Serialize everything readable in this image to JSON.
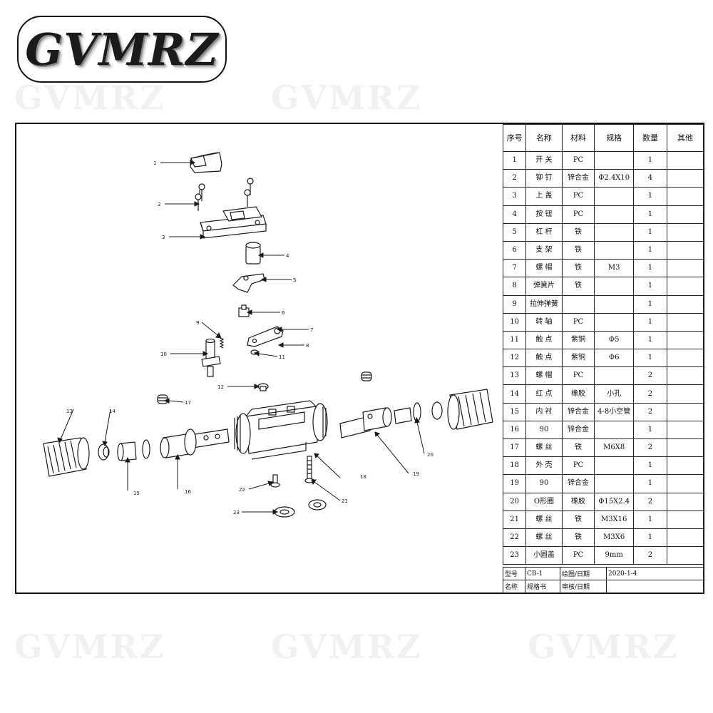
{
  "brand": {
    "logo_text": "GVMRZ"
  },
  "table": {
    "headers": {
      "no": "序号",
      "name": "名称",
      "material": "材料",
      "spec": "规格",
      "qty": "数量",
      "other": "其他"
    },
    "rows": [
      {
        "no": "1",
        "name": "开 关",
        "material": "PC",
        "spec": "",
        "qty": "1",
        "other": ""
      },
      {
        "no": "2",
        "name": "铆 钉",
        "material": "锌合金",
        "spec": "Φ2.4X10",
        "qty": "4",
        "other": ""
      },
      {
        "no": "3",
        "name": "上 盖",
        "material": "PC",
        "spec": "",
        "qty": "1",
        "other": ""
      },
      {
        "no": "4",
        "name": "按 钮",
        "material": "PC",
        "spec": "",
        "qty": "1",
        "other": ""
      },
      {
        "no": "5",
        "name": "杠 杆",
        "material": "铁",
        "spec": "",
        "qty": "1",
        "other": ""
      },
      {
        "no": "6",
        "name": "支 架",
        "material": "铁",
        "spec": "",
        "qty": "1",
        "other": ""
      },
      {
        "no": "7",
        "name": "螺 帽",
        "material": "铁",
        "spec": "M3",
        "qty": "1",
        "other": ""
      },
      {
        "no": "8",
        "name": "弹簧片",
        "material": "铁",
        "spec": "",
        "qty": "1",
        "other": ""
      },
      {
        "no": "9",
        "name": "拉伸弹簧",
        "material": "",
        "spec": "",
        "qty": "1",
        "other": ""
      },
      {
        "no": "10",
        "name": "转 轴",
        "material": "PC",
        "spec": "",
        "qty": "1",
        "other": ""
      },
      {
        "no": "11",
        "name": "触 点",
        "material": "紫铜",
        "spec": "Φ5",
        "qty": "1",
        "other": ""
      },
      {
        "no": "12",
        "name": "触 点",
        "material": "紫铜",
        "spec": "Φ6",
        "qty": "1",
        "other": ""
      },
      {
        "no": "13",
        "name": "螺 帽",
        "material": "PC",
        "spec": "",
        "qty": "2",
        "other": ""
      },
      {
        "no": "14",
        "name": "红 点",
        "material": "橡胶",
        "spec": "小孔",
        "qty": "2",
        "other": ""
      },
      {
        "no": "15",
        "name": "内 衬",
        "material": "锌合金",
        "spec": "4-8小空管",
        "qty": "2",
        "other": ""
      },
      {
        "no": "16",
        "name": "90",
        "material": "锌合金",
        "spec": "",
        "qty": "1",
        "other": ""
      },
      {
        "no": "17",
        "name": "螺 丝",
        "material": "铁",
        "spec": "M6X8",
        "qty": "2",
        "other": ""
      },
      {
        "no": "18",
        "name": "外 壳",
        "material": "PC",
        "spec": "",
        "qty": "1",
        "other": ""
      },
      {
        "no": "19",
        "name": "90",
        "material": "锌合金",
        "spec": "",
        "qty": "1",
        "other": ""
      },
      {
        "no": "20",
        "name": "O形圈",
        "material": "橡胶",
        "spec": "Φ15X2.4",
        "qty": "2",
        "other": ""
      },
      {
        "no": "21",
        "name": "螺 丝",
        "material": "铁",
        "spec": "M3X16",
        "qty": "1",
        "other": ""
      },
      {
        "no": "22",
        "name": "螺 丝",
        "material": "铁",
        "spec": "M3X6",
        "qty": "1",
        "other": ""
      },
      {
        "no": "23",
        "name": "小圆盖",
        "material": "PC",
        "spec": "9mm",
        "qty": "2",
        "other": ""
      }
    ],
    "footer": {
      "model_label": "型号",
      "model_value": "CB-1",
      "drawn_label": "绘图/日期",
      "drawn_value": "2020-1-4",
      "name_label": "名称",
      "name_value": "规格书",
      "review_label": "审核/日期"
    }
  },
  "callouts": [
    "1",
    "2",
    "3",
    "4",
    "5",
    "6",
    "7",
    "8",
    "9",
    "10",
    "11",
    "12",
    "13",
    "14",
    "15",
    "16",
    "17",
    "18",
    "19",
    "20",
    "21",
    "22",
    "23"
  ],
  "colors": {
    "line": "#1a1a1a",
    "border": "#111111",
    "watermark": "#f1f1f1"
  }
}
